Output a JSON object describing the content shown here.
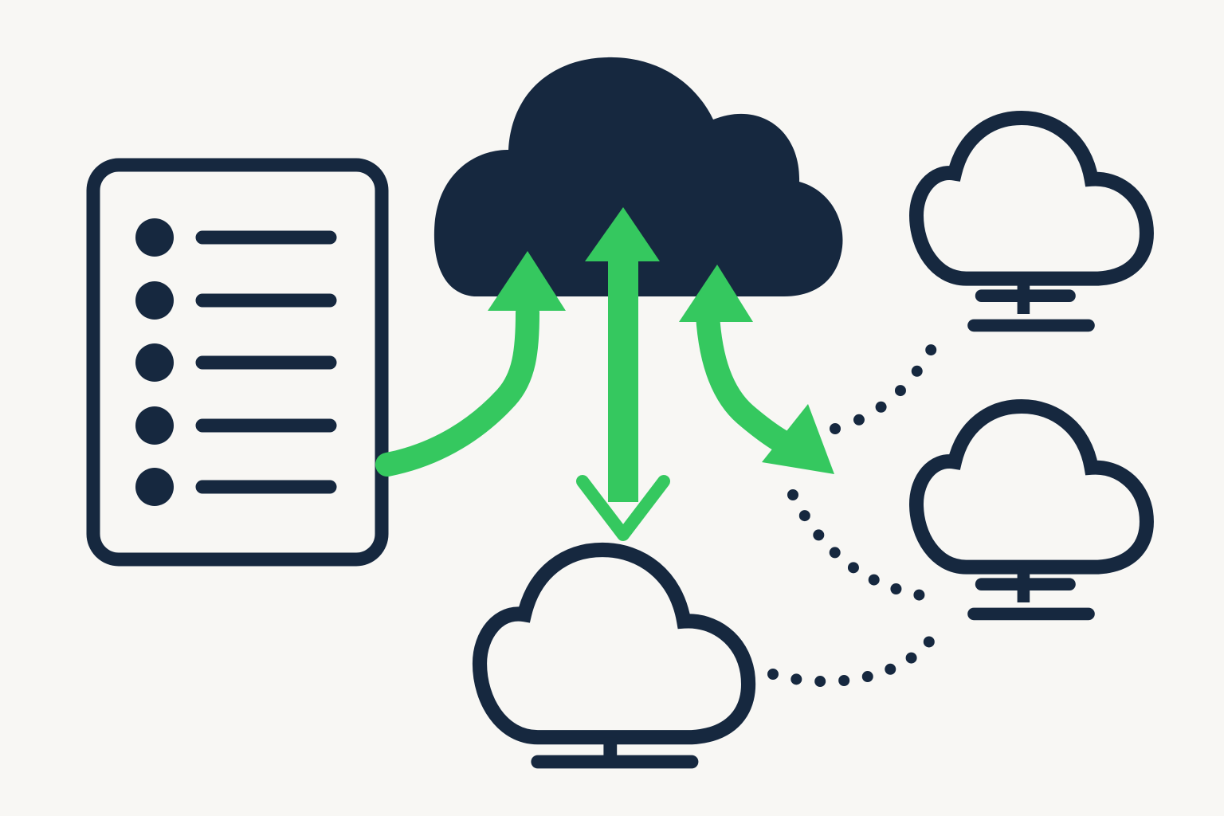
{
  "diagram": {
    "background": "#f8f7f4",
    "colors": {
      "dark": "#16283f",
      "accent": "#35c85f"
    },
    "nodes": {
      "document": {
        "icon": "list-document-icon",
        "list_rows": 5
      },
      "central_cloud": {
        "icon": "filled-cloud-icon"
      },
      "bottom_cloud_computer": {
        "icon": "cloud-network-icon"
      },
      "top_right_cloud_computer": {
        "icon": "cloud-network-icon"
      },
      "middle_right_cloud_computer": {
        "icon": "cloud-network-icon"
      }
    },
    "connections": {
      "document_to_central_cloud": {
        "style": "solid",
        "direction": "to-central-cloud",
        "color": "accent"
      },
      "central_cloud_to_bottom_cloud": {
        "style": "solid",
        "direction": "bidirectional",
        "color": "accent"
      },
      "central_cloud_to_right_cloud": {
        "style": "solid",
        "direction": "bidirectional",
        "color": "accent"
      },
      "right_network_links": {
        "style": "dotted",
        "color": "dark"
      }
    }
  }
}
